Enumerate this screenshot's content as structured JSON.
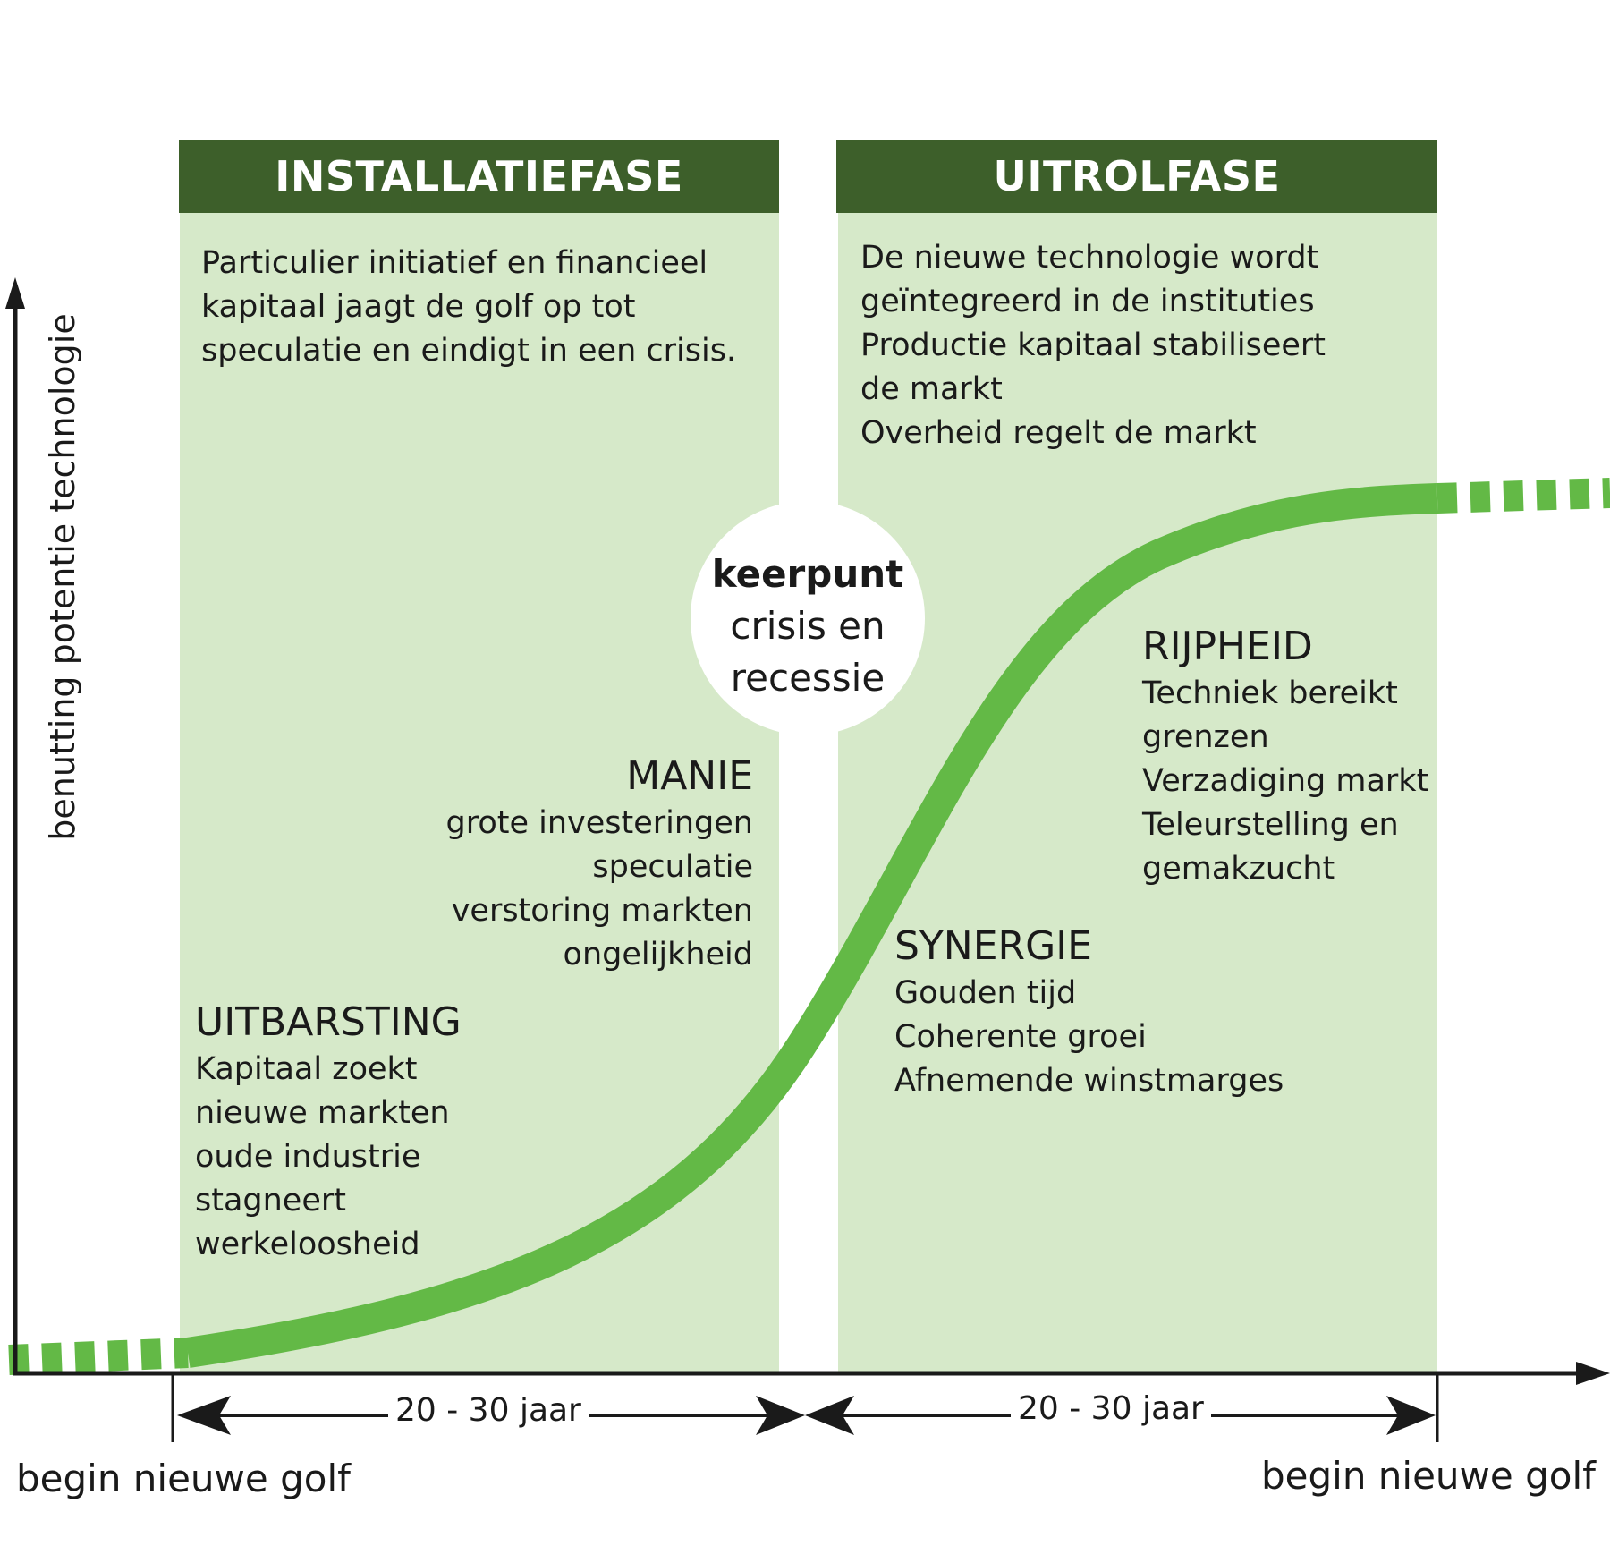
{
  "axis": {
    "y_label": "benutting potentie technologie"
  },
  "phases": {
    "installation": {
      "header": "INSTALLATIEFASE",
      "description": [
        "Particulier initiatief en financieel",
        "kapitaal jaagt de golf op tot",
        "speculatie  en eindigt in een crisis."
      ]
    },
    "deployment": {
      "header": "UITROLFASE",
      "description": [
        "De nieuwe technologie wordt",
        "geïntegreerd in de instituties",
        "Productie kapitaal stabiliseert",
        "de markt",
        "Overheid regelt de markt"
      ]
    }
  },
  "turning_point": {
    "title": "keerpunt",
    "lines": [
      "crisis en",
      "recessie"
    ]
  },
  "stages": {
    "irruption": {
      "title": "UITBARSTING",
      "lines": [
        "Kapitaal zoekt",
        "nieuwe markten",
        "oude industrie",
        "stagneert",
        "werkeloosheid"
      ]
    },
    "frenzy": {
      "title": "MANIE",
      "lines": [
        "grote investeringen",
        "speculatie ",
        "verstoring markten",
        "ongelijkheid"
      ]
    },
    "synergy": {
      "title": "SYNERGIE",
      "lines": [
        "Gouden tijd",
        "Coherente groei",
        "Afnemende winstmarges"
      ]
    },
    "maturity": {
      "title": "RIJPHEID",
      "lines": [
        "Techniek bereikt",
        "grenzen",
        "Verzadiging markt",
        "Teleurstelling en",
        "gemakzucht"
      ]
    }
  },
  "durations": {
    "installation": "20 - 30 jaar",
    "deployment": "20 - 30 jaar"
  },
  "bottom_labels": {
    "left": "begin nieuwe golf",
    "right": "begin nieuwe golf"
  },
  "colors": {
    "panel": "#d6e9c9",
    "header": "#3d5f2a",
    "curve": "#63b946",
    "axis": "#1a1a1a"
  }
}
